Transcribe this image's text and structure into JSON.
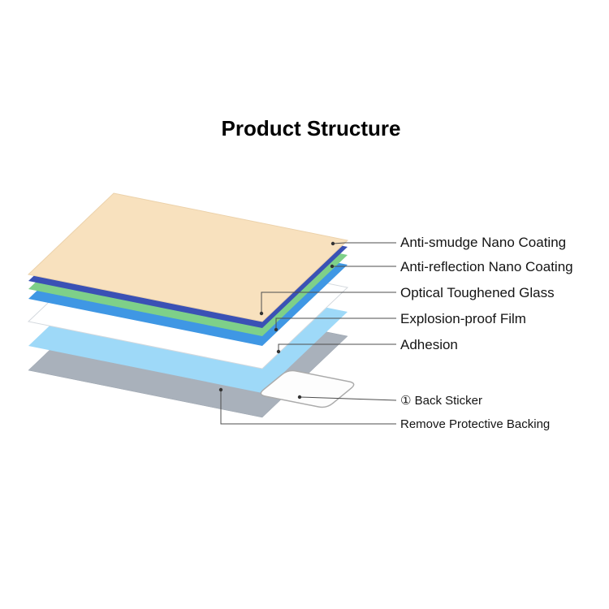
{
  "diagram": {
    "title": "Product Structure",
    "layers": [
      {
        "label": "Anti-smudge Nano Coating",
        "color": "#3A51B5"
      },
      {
        "label": "Anti-reflection Nano Coating",
        "color": "#7ED089"
      },
      {
        "label": "Optical Toughened Glass",
        "color": "#F8E1BE"
      },
      {
        "label": "Explosion-proof Film",
        "color": "#FFFFFF"
      },
      {
        "label": "Adhesion",
        "color": "#9ED9F8"
      },
      {
        "label": "① Back Sticker",
        "color": "#FDFDFD"
      },
      {
        "label": "Remove Protective Backing",
        "color": "#A9B1BB"
      }
    ],
    "colors": {
      "unlabeled_coating_strip": "#3F97E4",
      "connector_line": "#4D4D4D",
      "text": "#141414",
      "background": "#FFFFFF"
    }
  }
}
